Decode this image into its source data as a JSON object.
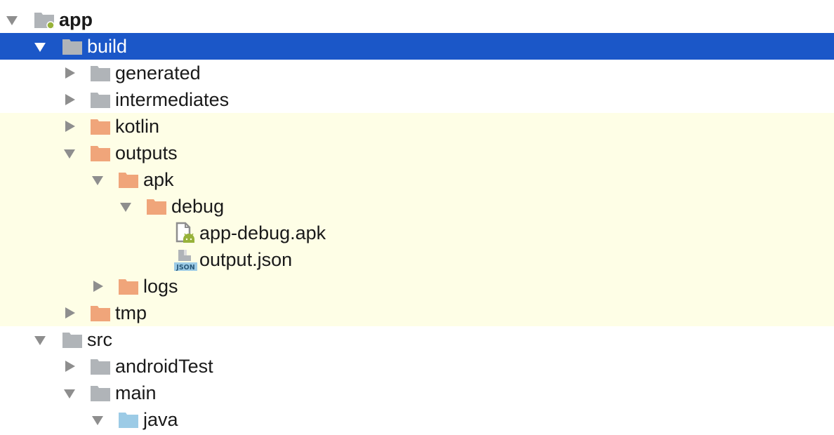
{
  "colors": {
    "selection": "#1b57c8",
    "excluded_bg": "#fefee6",
    "folder_gray": "#b0b4b8",
    "folder_orange": "#f0a57a",
    "folder_source": "#9ccbe6",
    "android_green": "#97b23a"
  },
  "tree": {
    "app": {
      "label": "app",
      "expanded": true,
      "icon": "module-folder-icon"
    },
    "build": {
      "label": "build",
      "expanded": true,
      "selected": true,
      "icon": "folder-icon"
    },
    "generated": {
      "label": "generated",
      "expanded": false,
      "icon": "folder-icon"
    },
    "intermediates": {
      "label": "intermediates",
      "expanded": false,
      "icon": "folder-icon"
    },
    "kotlin": {
      "label": "kotlin",
      "expanded": false,
      "icon": "excluded-folder-icon"
    },
    "outputs": {
      "label": "outputs",
      "expanded": true,
      "icon": "excluded-folder-icon"
    },
    "apk": {
      "label": "apk",
      "expanded": true,
      "icon": "excluded-folder-icon"
    },
    "debug": {
      "label": "debug",
      "expanded": true,
      "icon": "excluded-folder-icon"
    },
    "app_debug_apk": {
      "label": "app-debug.apk",
      "icon": "apk-file-icon"
    },
    "output_json": {
      "label": "output.json",
      "icon": "json-file-icon",
      "badge": "JSON"
    },
    "logs": {
      "label": "logs",
      "expanded": false,
      "icon": "excluded-folder-icon"
    },
    "tmp": {
      "label": "tmp",
      "expanded": false,
      "icon": "excluded-folder-icon"
    },
    "src": {
      "label": "src",
      "expanded": true,
      "icon": "folder-icon"
    },
    "androidTest": {
      "label": "androidTest",
      "expanded": false,
      "icon": "folder-icon"
    },
    "main": {
      "label": "main",
      "expanded": true,
      "icon": "folder-icon"
    },
    "java": {
      "label": "java",
      "expanded": true,
      "icon": "source-folder-icon"
    }
  }
}
